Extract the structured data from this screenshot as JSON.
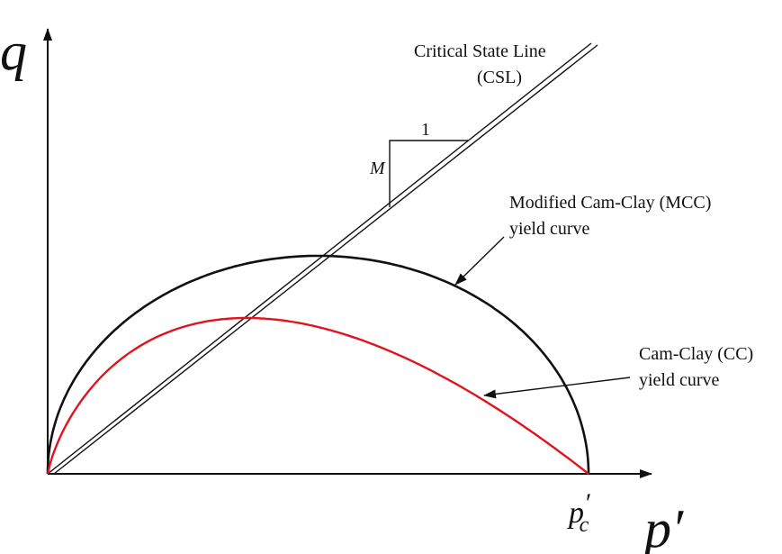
{
  "axes": {
    "y_label": "q",
    "x_label": "p′",
    "pc_base": "p",
    "pc_prime": "′",
    "pc_sub": "c"
  },
  "csl": {
    "line1": "Critical State Line",
    "line2": "(CSL)",
    "slope_run": "1",
    "slope_rise": "M"
  },
  "mcc": {
    "line1": "Modified Cam-Clay (MCC)",
    "line2": "yield curve",
    "color": "#111111"
  },
  "cc": {
    "line1": "Cam-Clay (CC)",
    "line2": "yield curve",
    "color": "#e0141e"
  }
}
